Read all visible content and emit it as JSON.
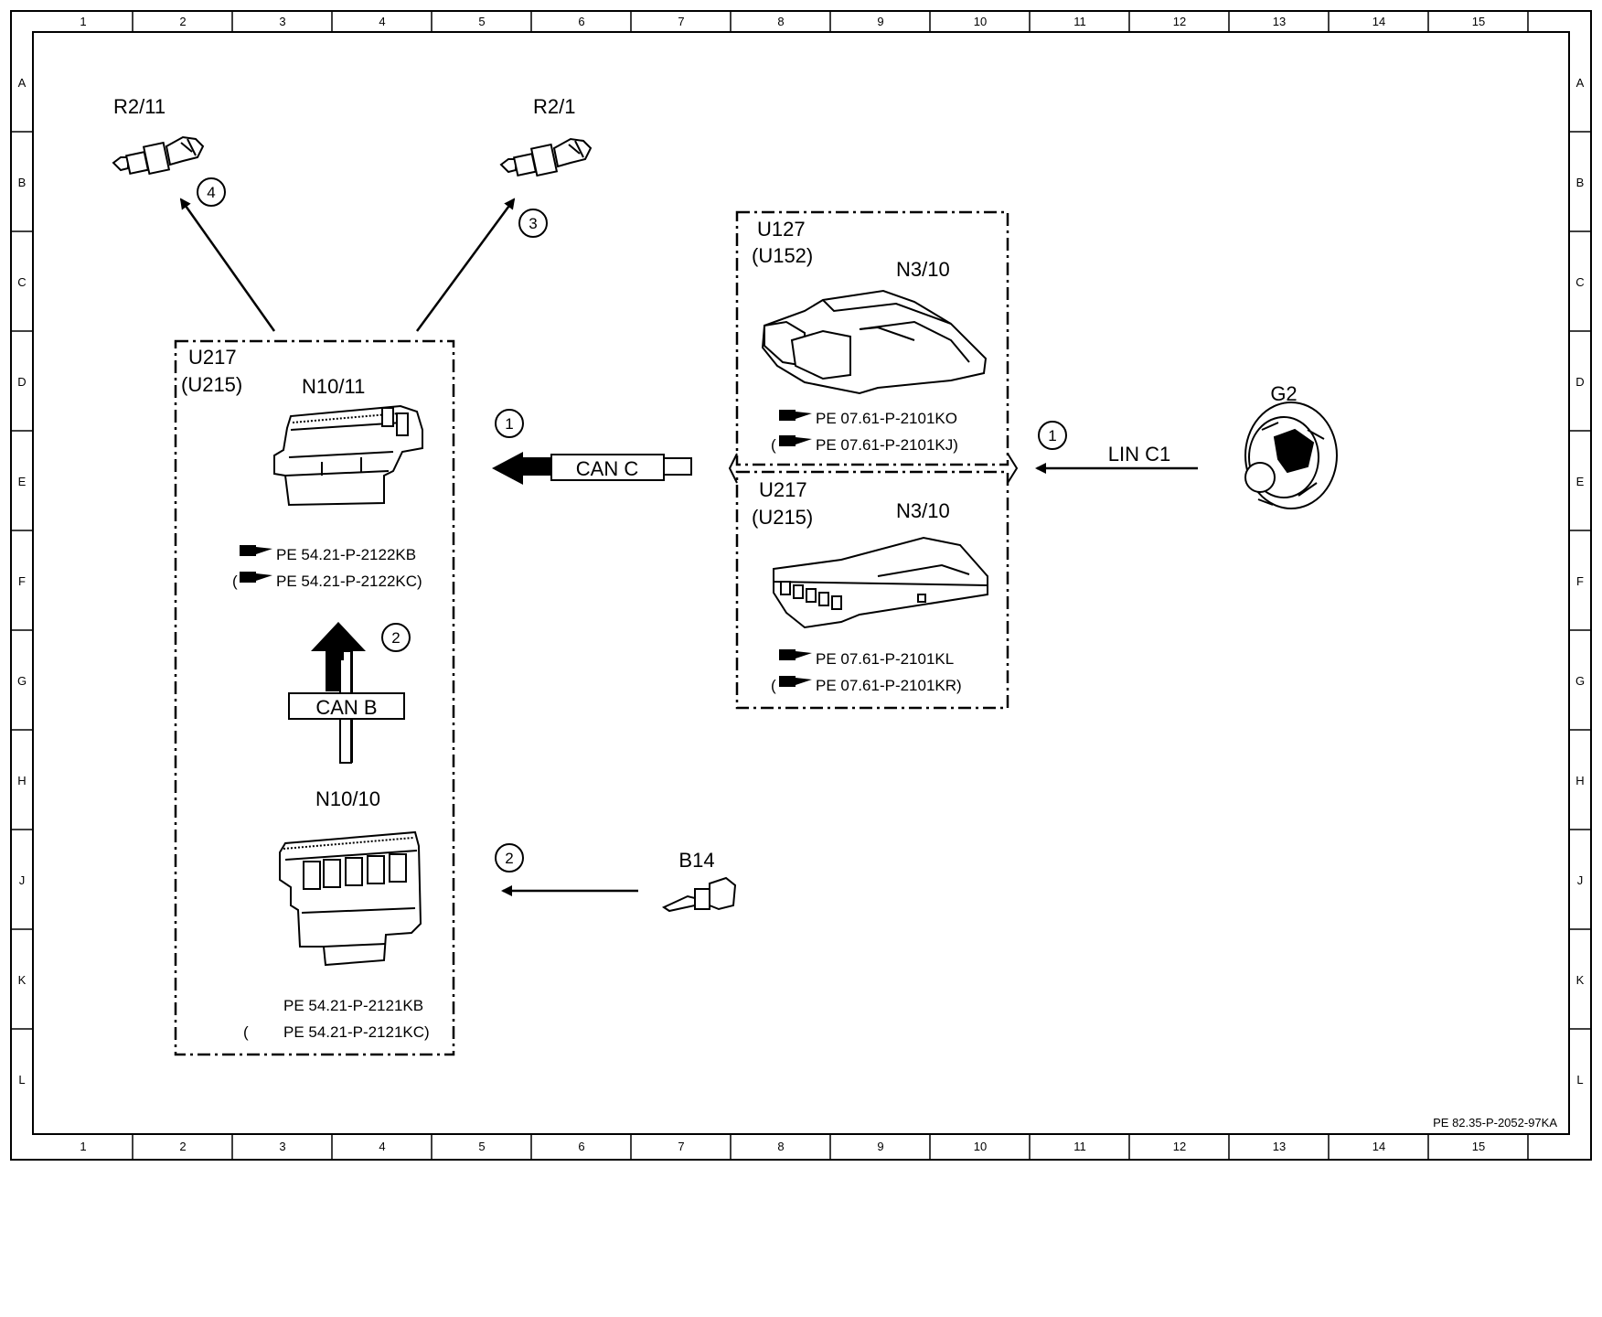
{
  "grid": {
    "columns": [
      "1",
      "2",
      "3",
      "4",
      "5",
      "6",
      "7",
      "8",
      "9",
      "10",
      "11",
      "12",
      "13",
      "14",
      "15"
    ],
    "rows": [
      "A",
      "B",
      "C",
      "D",
      "E",
      "F",
      "G",
      "H",
      "J",
      "K",
      "L"
    ]
  },
  "footer_ref": "PE 82.35-P-2052-97KA",
  "groups": {
    "left_model": "U217",
    "left_model_alt": "(U215)",
    "right_top_model": "U127",
    "right_top_model_alt": "(U152)",
    "right_bottom_model": "U217",
    "right_bottom_model_alt": "(U215)"
  },
  "components": {
    "r2_11": "R2/11",
    "r2_1": "R2/1",
    "n10_11": "N10/11",
    "n10_10": "N10/10",
    "n3_10_top": "N3/10",
    "n3_10_bottom": "N3/10",
    "g2": "G2",
    "b14": "B14"
  },
  "refs": {
    "n10_11_a": "PE 54.21-P-2122KB",
    "n10_11_b": "(",
    "n10_11_b2": "PE 54.21-P-2122KC)",
    "n10_10_a": "PE 54.21-P-2121KB",
    "n10_10_b": "(",
    "n10_10_b2": "PE 54.21-P-2121KC)",
    "n3_top_a": "PE 07.61-P-2101KO",
    "n3_top_b": "(",
    "n3_top_b2": "PE 07.61-P-2101KJ)",
    "n3_bot_a": "PE 07.61-P-2101KL",
    "n3_bot_b": "(",
    "n3_bot_b2": "PE 07.61-P-2101KR)"
  },
  "buses": {
    "can_c": "CAN C",
    "can_b": "CAN B",
    "lin_c1": "LIN C1"
  },
  "markers": {
    "m4": "4",
    "m3": "3",
    "m1_left": "1",
    "m1_right": "1",
    "m2_canb": "2",
    "m2_b14": "2"
  }
}
